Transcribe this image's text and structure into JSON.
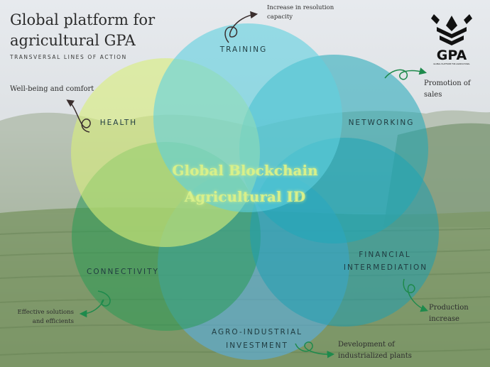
{
  "header": {
    "title": "Global platform for agricultural GPA",
    "subtitle": "TRANSVERSAL LINES OF ACTION"
  },
  "logo": {
    "text": "GPA",
    "tagline": "GLOBAL PLATFORM FOR AGRICULTURAL",
    "icon": "wheat-emblem-icon",
    "color": "#111111"
  },
  "center": {
    "line1": "Global Blockchain",
    "line2": "Agricultural ID",
    "color": "#d8f08a"
  },
  "petals": [
    {
      "id": "training",
      "label": "TRAINING",
      "color": "#5fd0df"
    },
    {
      "id": "networking",
      "label": "NETWORKING",
      "color": "#1fa8b8"
    },
    {
      "id": "financial",
      "label_lines": [
        "FINANCIAL",
        "INTERMEDIATION"
      ],
      "color": "#1f9eb0"
    },
    {
      "id": "agro",
      "label_lines": [
        "AGRO-INDUSTRIAL",
        "INVESTMENT"
      ],
      "color": "#5aaee0"
    },
    {
      "id": "connectivity",
      "label": "CONNECTIVITY",
      "color": "#2a9a55"
    },
    {
      "id": "health",
      "label": "HEALTH",
      "color": "#d9ee7a"
    }
  ],
  "notes": {
    "training": "Increase in resolution capacity",
    "networking": "Promotion of sales",
    "financial": "Production increase",
    "agro": "Development of industrialized plants",
    "connectivity": "Effective solutions and efficients",
    "health": "Well-being and comfort"
  },
  "background": {
    "sky": "#d9dee2",
    "hills": "#8fa58a",
    "field": "#7c9466"
  },
  "arrow_colors": {
    "dark": "#3a2e2e",
    "green": "#1e8a4c"
  }
}
